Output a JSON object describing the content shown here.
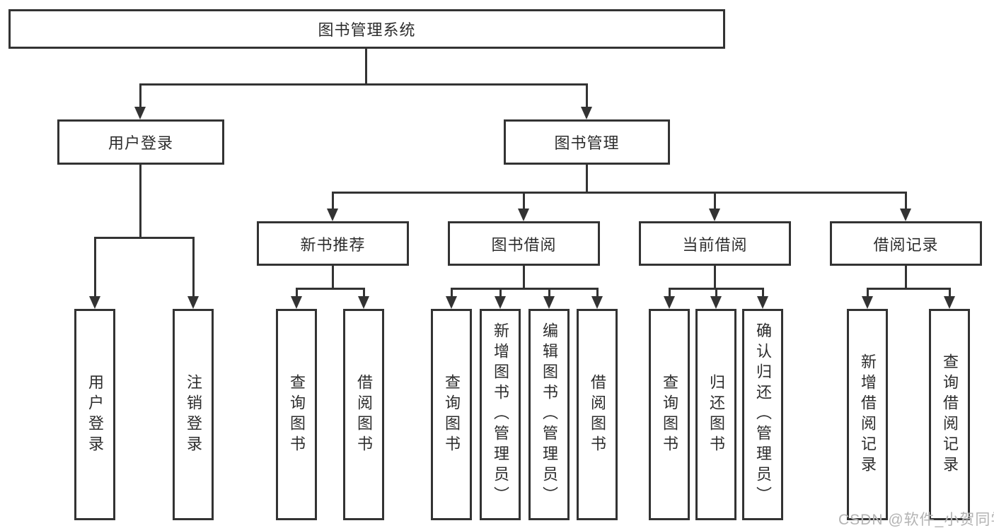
{
  "colors": {
    "line": "#333333",
    "border": "#333333",
    "box_fill": "#ffffff",
    "text": "#2d2d2d",
    "watermark": "#b3b3b3",
    "background": "#ffffff"
  },
  "watermark": {
    "text": "CSDN @软件_小贺同学"
  },
  "diagram": {
    "root": {
      "label": "图书管理系统"
    },
    "level2": [
      {
        "label": "用户登录"
      },
      {
        "label": "图书管理"
      }
    ],
    "level3": [
      {
        "label": "新书推荐"
      },
      {
        "label": "图书借阅"
      },
      {
        "label": "当前借阅"
      },
      {
        "label": "借阅记录"
      }
    ],
    "leaves": {
      "user_login_group": [
        {
          "label": "用户登录"
        },
        {
          "label": "注销登录"
        }
      ],
      "new_book_group": [
        {
          "label": "查询图书"
        },
        {
          "label": "借阅图书"
        }
      ],
      "book_borrow_group": [
        {
          "label": "查询图书"
        },
        {
          "label": "新增图书（管理员）"
        },
        {
          "label": "编辑图书（管理员）"
        },
        {
          "label": "借阅图书"
        }
      ],
      "current_borrow_group": [
        {
          "label": "查询图书"
        },
        {
          "label": "归还图书"
        },
        {
          "label": "确认归还（管理员）"
        }
      ],
      "record_group": [
        {
          "label": "新增借阅记录"
        },
        {
          "label": "查询借阅记录"
        }
      ]
    }
  }
}
